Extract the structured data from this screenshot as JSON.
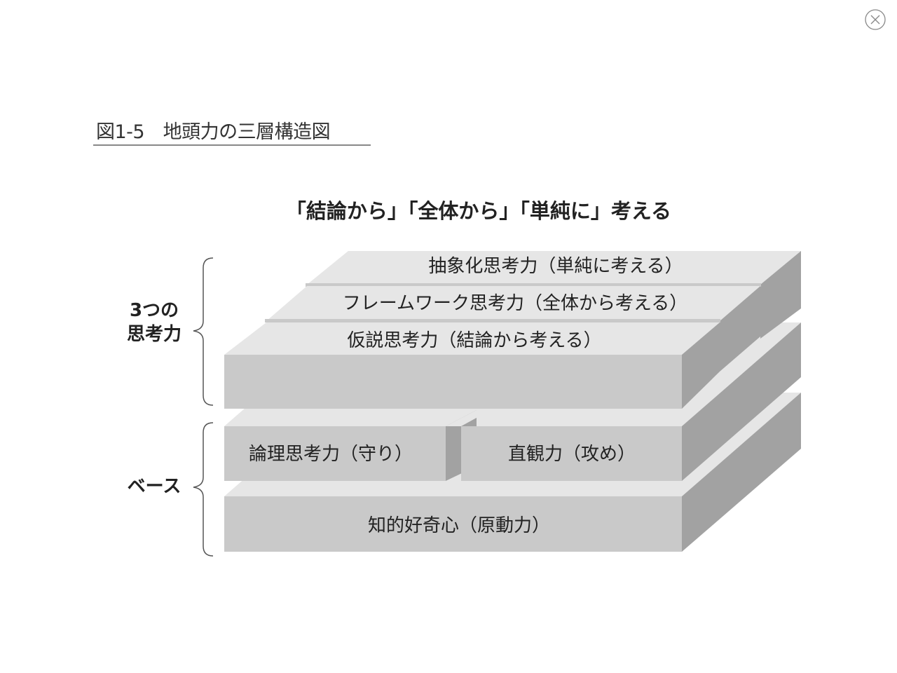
{
  "viewer": {
    "close_icon": "close-circle-icon"
  },
  "figure": {
    "title": "図1-5　地頭力の三層構造図",
    "heading": "「結論から」「全体から」「単純に」考える",
    "groups": {
      "thinking_line1": "3つの",
      "thinking_line2": "思考力",
      "base": "ベース"
    },
    "blocks": {
      "abstraction": "抽象化思考力（単純に考える）",
      "framework": "フレームワーク思考力（全体から考える）",
      "hypothesis": "仮説思考力（結論から考える）",
      "logical": "論理思考力（守り）",
      "intuition": "直観力（攻め）",
      "curiosity": "知的好奇心（原動力）"
    },
    "colors": {
      "top": "#e6e6e6",
      "front": "#c9c9c9",
      "side": "#a2a2a2"
    }
  }
}
